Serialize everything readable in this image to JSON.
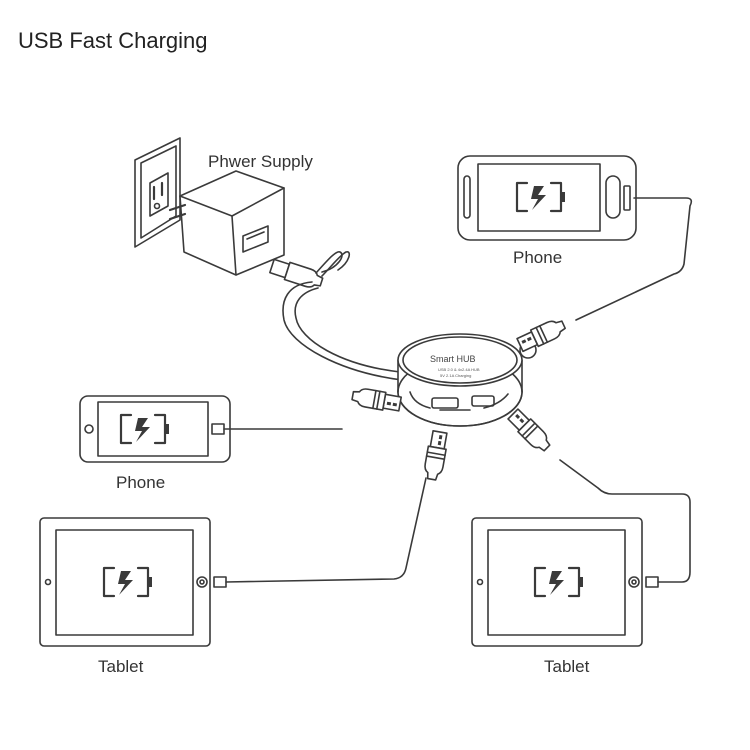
{
  "title": "USB Fast Charging",
  "labels": {
    "power_supply": "Phwer Supply",
    "phone_right": "Phone",
    "phone_left": "Phone",
    "tablet_left": "Tablet",
    "tablet_right": "Tablet"
  },
  "hub": {
    "name": "Smart HUB",
    "line1": "USB 2.0 & 4x2.4A HUB",
    "line2": "5V 2.1A Charging"
  },
  "colors": {
    "stroke": "#3a3a3a",
    "background": "#ffffff"
  }
}
